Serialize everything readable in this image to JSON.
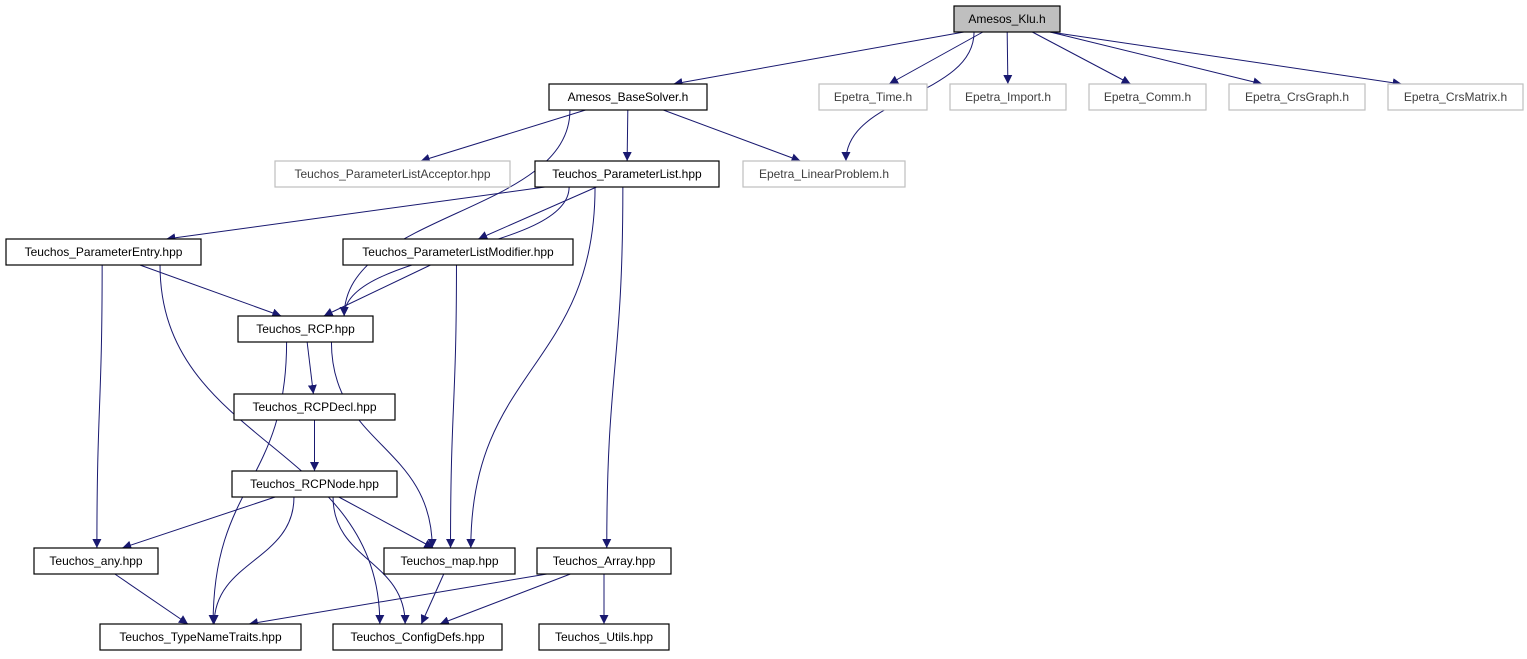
{
  "colors": {
    "edge": "#191970",
    "node_border": "#000000",
    "external_border": "#bfbfbf",
    "root_fill": "#bfbfbf",
    "background": "#ffffff"
  },
  "nodes": [
    {
      "id": "amesos_klu",
      "label": "Amesos_Klu.h",
      "root": true
    },
    {
      "id": "amesos_basesolver",
      "label": "Amesos_BaseSolver.h"
    },
    {
      "id": "epetra_time",
      "label": "Epetra_Time.h",
      "external": true
    },
    {
      "id": "epetra_import",
      "label": "Epetra_Import.h",
      "external": true
    },
    {
      "id": "epetra_comm",
      "label": "Epetra_Comm.h",
      "external": true
    },
    {
      "id": "epetra_crsgraph",
      "label": "Epetra_CrsGraph.h",
      "external": true
    },
    {
      "id": "epetra_crsmatrix",
      "label": "Epetra_CrsMatrix.h",
      "external": true
    },
    {
      "id": "teuchos_placcept",
      "label": "Teuchos_ParameterListAcceptor.hpp",
      "external": true
    },
    {
      "id": "teuchos_paramlist",
      "label": "Teuchos_ParameterList.hpp"
    },
    {
      "id": "epetra_linearproblem",
      "label": "Epetra_LinearProblem.h",
      "external": true
    },
    {
      "id": "teuchos_paramentry",
      "label": "Teuchos_ParameterEntry.hpp"
    },
    {
      "id": "teuchos_plmodifier",
      "label": "Teuchos_ParameterListModifier.hpp"
    },
    {
      "id": "teuchos_rcp",
      "label": "Teuchos_RCP.hpp"
    },
    {
      "id": "teuchos_rcpdecl",
      "label": "Teuchos_RCPDecl.hpp"
    },
    {
      "id": "teuchos_rcpnode",
      "label": "Teuchos_RCPNode.hpp"
    },
    {
      "id": "teuchos_any",
      "label": "Teuchos_any.hpp"
    },
    {
      "id": "teuchos_map",
      "label": "Teuchos_map.hpp"
    },
    {
      "id": "teuchos_array",
      "label": "Teuchos_Array.hpp"
    },
    {
      "id": "teuchos_typenametraits",
      "label": "Teuchos_TypeNameTraits.hpp"
    },
    {
      "id": "teuchos_configdefs",
      "label": "Teuchos_ConfigDefs.hpp"
    },
    {
      "id": "teuchos_utils",
      "label": "Teuchos_Utils.hpp"
    }
  ],
  "edges": [
    [
      "amesos_klu",
      "amesos_basesolver"
    ],
    [
      "amesos_klu",
      "epetra_linearproblem"
    ],
    [
      "amesos_klu",
      "epetra_time"
    ],
    [
      "amesos_klu",
      "epetra_import"
    ],
    [
      "amesos_klu",
      "epetra_comm"
    ],
    [
      "amesos_klu",
      "epetra_crsgraph"
    ],
    [
      "amesos_klu",
      "epetra_crsmatrix"
    ],
    [
      "amesos_basesolver",
      "teuchos_rcp"
    ],
    [
      "amesos_basesolver",
      "teuchos_placcept"
    ],
    [
      "amesos_basesolver",
      "teuchos_paramlist"
    ],
    [
      "amesos_basesolver",
      "epetra_linearproblem"
    ],
    [
      "teuchos_paramlist",
      "teuchos_paramentry"
    ],
    [
      "teuchos_paramlist",
      "teuchos_rcp"
    ],
    [
      "teuchos_paramlist",
      "teuchos_plmodifier"
    ],
    [
      "teuchos_paramlist",
      "teuchos_map"
    ],
    [
      "teuchos_paramlist",
      "teuchos_array"
    ],
    [
      "teuchos_paramentry",
      "teuchos_rcp"
    ],
    [
      "teuchos_paramentry",
      "teuchos_any"
    ],
    [
      "teuchos_paramentry",
      "teuchos_configdefs"
    ],
    [
      "teuchos_plmodifier",
      "teuchos_rcp"
    ],
    [
      "teuchos_plmodifier",
      "teuchos_map"
    ],
    [
      "teuchos_rcp",
      "teuchos_rcpdecl"
    ],
    [
      "teuchos_rcp",
      "teuchos_typenametraits"
    ],
    [
      "teuchos_rcp",
      "teuchos_map"
    ],
    [
      "teuchos_rcpdecl",
      "teuchos_rcpnode"
    ],
    [
      "teuchos_rcpnode",
      "teuchos_any"
    ],
    [
      "teuchos_rcpnode",
      "teuchos_typenametraits"
    ],
    [
      "teuchos_rcpnode",
      "teuchos_configdefs"
    ],
    [
      "teuchos_rcpnode",
      "teuchos_map"
    ],
    [
      "teuchos_any",
      "teuchos_typenametraits"
    ],
    [
      "teuchos_map",
      "teuchos_configdefs"
    ],
    [
      "teuchos_array",
      "teuchos_typenametraits"
    ],
    [
      "teuchos_array",
      "teuchos_configdefs"
    ],
    [
      "teuchos_array",
      "teuchos_utils"
    ]
  ]
}
